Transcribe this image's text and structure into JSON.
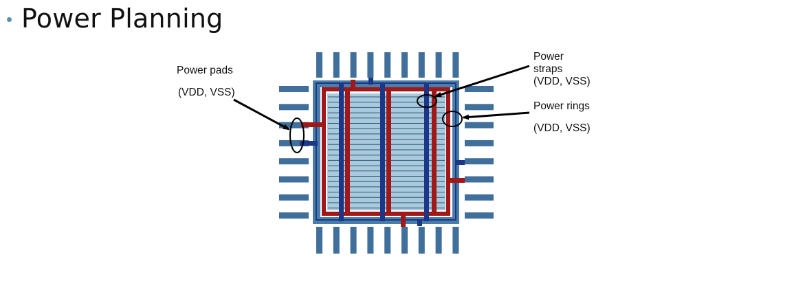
{
  "slide": {
    "title": "Power Planning",
    "bullet_color": "#5b8fb0"
  },
  "labels": {
    "power_pads_line1": "Power pads",
    "power_pads_line2": "(VDD, VSS)",
    "power_straps_line1": "Power",
    "power_straps_line2": "straps",
    "power_straps_line3": "(VDD, VSS)",
    "power_rings_line1": "Power rings",
    "power_rings_line2": "(VDD, VSS)"
  },
  "colors": {
    "pad": "#3f6f9a",
    "chip_border": "#4a7ea8",
    "core": "#a9c9dc",
    "vdd": "#a01818",
    "vss": "#1c3688"
  }
}
